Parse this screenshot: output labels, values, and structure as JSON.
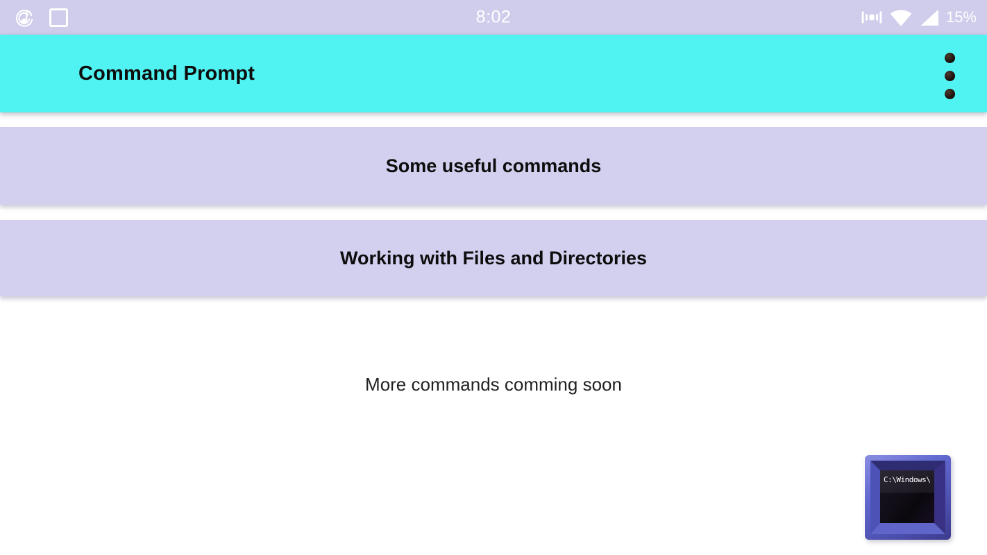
{
  "status_bar": {
    "time": "8:02",
    "battery_percent": "15%",
    "icons": {
      "left": [
        "music-note-swirl",
        "square-outline"
      ],
      "right": [
        "vibrate",
        "wifi",
        "cellular-signal"
      ]
    }
  },
  "app_bar": {
    "title": "Command Prompt",
    "overflow_menu": "vertical-three-dots"
  },
  "menu": {
    "items": [
      {
        "label": "Some useful commands"
      },
      {
        "label": "Working with Files and Directories"
      }
    ]
  },
  "footer_note": {
    "text": "More commands comming soon"
  },
  "app_icon": {
    "screen_text": "C:\\Windows\\"
  },
  "colors": {
    "status_bar_bg": "#d0cdec",
    "app_bar_bg": "#50f3f2",
    "menu_item_bg": "#d2d0ee",
    "page_bg": "#ffffff",
    "text": "#0d0d0d",
    "logo_frame_blue": "#6168cf"
  }
}
